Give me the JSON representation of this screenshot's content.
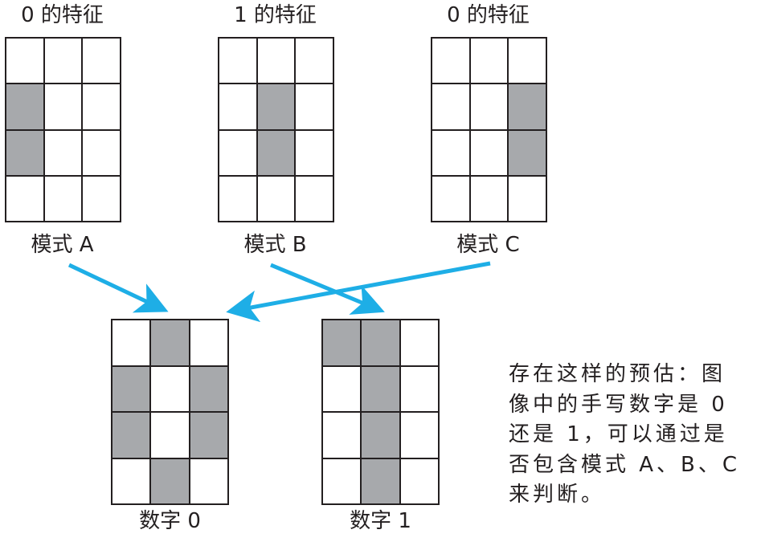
{
  "patterns": [
    {
      "title": "0 的特征",
      "label": "模式 A",
      "cells": [
        0,
        0,
        0,
        1,
        0,
        0,
        1,
        0,
        0,
        0,
        0,
        0
      ]
    },
    {
      "title": "1 的特征",
      "label": "模式 B",
      "cells": [
        0,
        0,
        0,
        0,
        1,
        0,
        0,
        1,
        0,
        0,
        0,
        0
      ]
    },
    {
      "title": "0 的特征",
      "label": "模式 C",
      "cells": [
        0,
        0,
        0,
        0,
        0,
        1,
        0,
        0,
        1,
        0,
        0,
        0
      ]
    }
  ],
  "digits": [
    {
      "label": "数字 0",
      "cells": [
        0,
        1,
        0,
        1,
        0,
        1,
        1,
        0,
        1,
        0,
        1,
        0
      ]
    },
    {
      "label": "数字 1",
      "cells": [
        1,
        1,
        0,
        0,
        1,
        0,
        0,
        1,
        0,
        0,
        1,
        0
      ]
    }
  ],
  "arrows": [
    {
      "from": "模式 A",
      "to": "数字 0"
    },
    {
      "from": "模式 B",
      "to": "数字 1"
    },
    {
      "from": "模式 C",
      "to": "数字 0"
    }
  ],
  "description": {
    "lines": [
      "存在这样的预估：图",
      "像中的手写数字是 0",
      "还是 1，可以通过是",
      "否包含模式 A、B、C",
      "来判断。"
    ]
  },
  "colors": {
    "arrow": "#1eaee6",
    "filled_cell": "#a7a9ac",
    "grid_line": "#231f20"
  }
}
